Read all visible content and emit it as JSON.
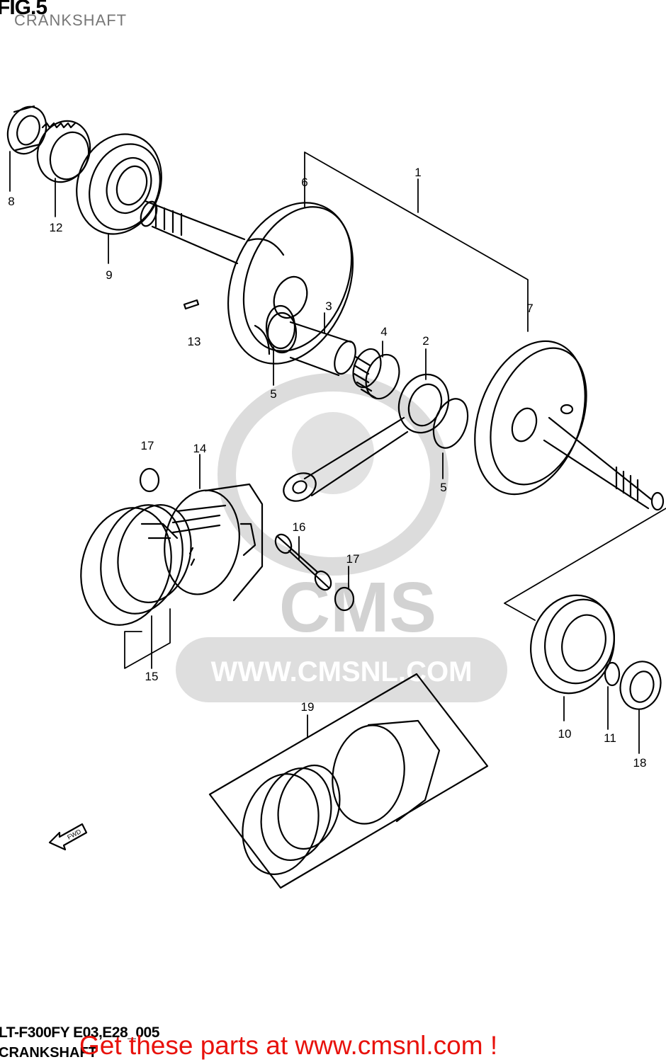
{
  "header": {
    "fig_label": "FIG.5",
    "subtitle": "CRANKSHAFT"
  },
  "watermark": {
    "brand": "CMS",
    "url": "WWW.CMSNL.COM"
  },
  "parts": [
    {
      "number": "1"
    },
    {
      "number": "2"
    },
    {
      "number": "3"
    },
    {
      "number": "4"
    },
    {
      "number": "5"
    },
    {
      "number": "5"
    },
    {
      "number": "6"
    },
    {
      "number": "7"
    },
    {
      "number": "8"
    },
    {
      "number": "9"
    },
    {
      "number": "10"
    },
    {
      "number": "11"
    },
    {
      "number": "12"
    },
    {
      "number": "13"
    },
    {
      "number": "14"
    },
    {
      "number": "15"
    },
    {
      "number": "16"
    },
    {
      "number": "17"
    },
    {
      "number": "17"
    },
    {
      "number": "18"
    },
    {
      "number": "19"
    }
  ],
  "fwd_arrow": "FWD",
  "footer": {
    "model_code": "LT-F300FY E03,E28_005",
    "section_name": "CRANKSHAFT",
    "cta": "Get these parts at www.cmsnl.com !"
  },
  "colors": {
    "cta": "#e8120c",
    "watermark": "#d6d6d6",
    "line": "#000000"
  }
}
